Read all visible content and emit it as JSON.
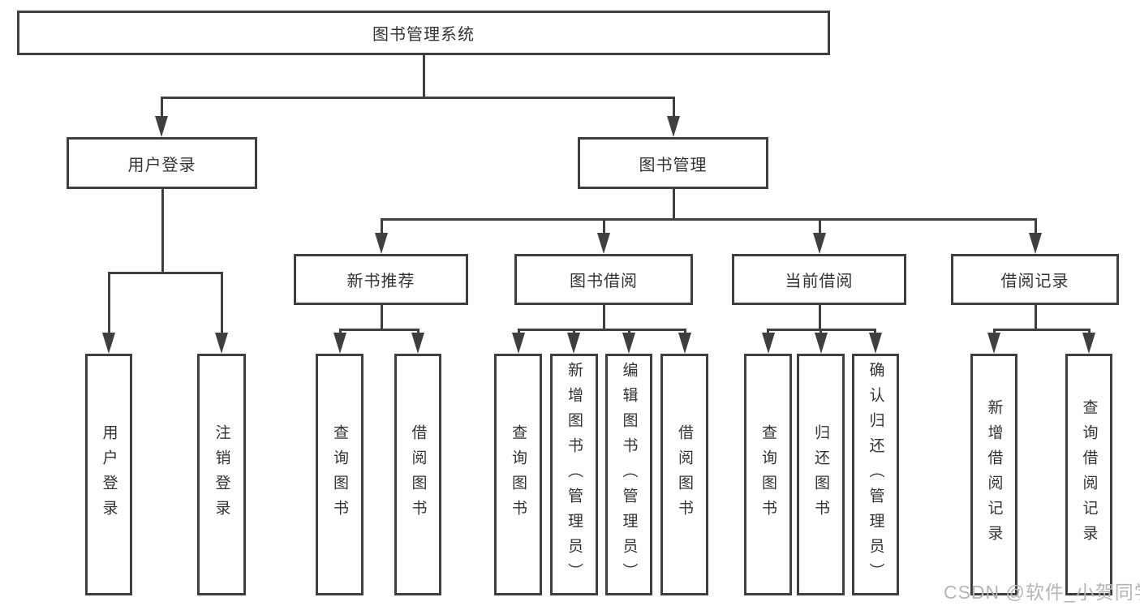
{
  "diagram": {
    "root": {
      "label": "图书管理系统"
    },
    "level2": {
      "user_login": {
        "label": "用户登录",
        "children": {
          "user_login": {
            "label": "用户登录"
          },
          "logout": {
            "label": "注销登录"
          }
        }
      },
      "book_management": {
        "label": "图书管理",
        "children": {
          "new_book_recommend": {
            "label": "新书推荐",
            "children": {
              "query_books": {
                "label": "查询图书"
              },
              "borrow_books": {
                "label": "借阅图书"
              }
            }
          },
          "book_borrowing": {
            "label": "图书借阅",
            "children": {
              "query_books": {
                "label": "查询图书"
              },
              "add_books_admin": {
                "label": "新增图书（管理员）"
              },
              "edit_books_admin": {
                "label": "编辑图书（管理员）"
              },
              "borrow_books": {
                "label": "借阅图书"
              }
            }
          },
          "current_borrowing": {
            "label": "当前借阅",
            "children": {
              "query_books": {
                "label": "查询图书"
              },
              "return_books": {
                "label": "归还图书"
              },
              "confirm_return_admin": {
                "label": "确认归还（管理员）"
              }
            }
          },
          "borrowing_records": {
            "label": "借阅记录",
            "children": {
              "add_borrow_record": {
                "label": "新增借阅记录"
              },
              "query_borrow_record": {
                "label": "查询借阅记录"
              }
            }
          }
        }
      }
    }
  },
  "watermark": {
    "text": "CSDN @软件_小贺同学"
  },
  "colors": {
    "line": "#3f3f3f",
    "box_border": "#3f3f3f",
    "box_fill": "#ffffff",
    "text": "#333333",
    "watermark": "#b5b5b5",
    "background": "#ffffff"
  }
}
